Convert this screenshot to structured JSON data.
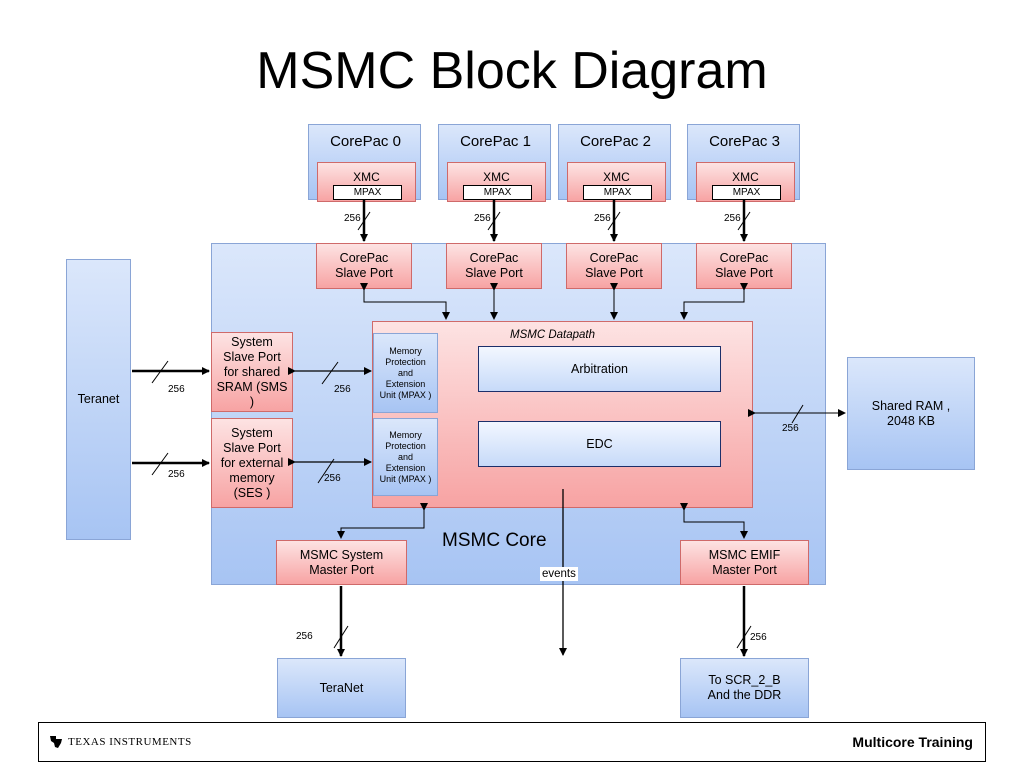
{
  "title": "MSMC Block Diagram",
  "corepacs": [
    {
      "name": "CorePac 0",
      "xmc": "XMC",
      "mpax": "MPAX",
      "width": "256",
      "port": "CorePac Slave Port"
    },
    {
      "name": "CorePac 1",
      "xmc": "XMC",
      "mpax": "MPAX",
      "width": "256",
      "port": "CorePac Slave Port"
    },
    {
      "name": "CorePac 2",
      "xmc": "XMC",
      "mpax": "MPAX",
      "width": "256",
      "port": "CorePac Slave Port"
    },
    {
      "name": "CorePac 3",
      "xmc": "XMC",
      "mpax": "MPAX",
      "width": "256",
      "port": "CorePac Slave Port"
    }
  ],
  "teranet_left": "Teranet",
  "sms": "System Slave Port for shared SRAM (SMS )",
  "ses": "System Slave Port for external memory (SES )",
  "mpu": "Memory Protection and Extension Unit (MPAX )",
  "datapath": "MSMC Datapath",
  "arbitration": "Arbitration",
  "edc": "EDC",
  "core": "MSMC Core",
  "system_master": "MSMC System Master Port",
  "emif_master": "MSMC EMIF Master Port",
  "events": "events",
  "shared_ram": "Shared RAM   ,\n2048 KB",
  "teranet_bottom": "TeraNet",
  "scr": "To SCR_2_B\nAnd the DDR",
  "bus_width": "256",
  "footer": {
    "logo_text": "TEXAS INSTRUMENTS",
    "training": "Multicore Training"
  },
  "colors": {
    "blue_fill": "#c3d6f7",
    "pink_fill": "#f9b9b9",
    "navy_border": "#1c2f6a"
  }
}
